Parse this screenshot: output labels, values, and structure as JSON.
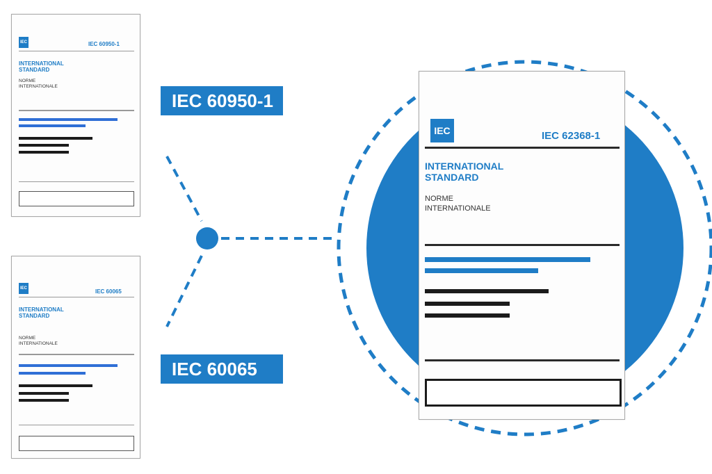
{
  "documents": [
    {
      "logo": "IEC",
      "code": "IEC 60950-1",
      "title": "INTERNATIONAL\nSTANDARD",
      "subtitle": "NORME\nINTERNATIONALE"
    },
    {
      "logo": "IEC",
      "code": "IEC 60065",
      "title": "INTERNATIONAL\nSTANDARD",
      "subtitle": "NORME\nINTERNATIONALE"
    },
    {
      "logo": "IEC",
      "code": "IEC 62368-1",
      "title": "INTERNATIONAL\nSTANDARD",
      "subtitle": "NORME\nINTERNATIONALE"
    }
  ],
  "labels": {
    "top": "IEC 60950-1",
    "bottom": "IEC 60065"
  },
  "colors": {
    "accent": "#1f7dc6",
    "bar_blue": "#2f6fd6",
    "text_dark": "#1b1b1b"
  },
  "connector": {
    "style": "dashed",
    "merge_node": "filled-circle"
  }
}
